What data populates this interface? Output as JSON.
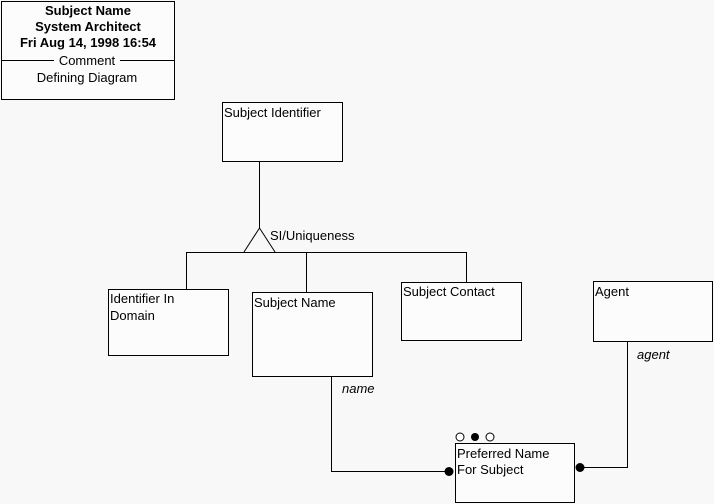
{
  "header": {
    "title": "Subject Name",
    "author": "System Architect",
    "date": "Fri Aug 14, 1998  16:54",
    "comment_label": "Comment",
    "comment": "Defining Diagram"
  },
  "entities": {
    "subject_identifier": "Subject Identifier",
    "identifier_in_domain_1": "Identifier In",
    "identifier_in_domain_2": "Domain",
    "subject_name": "Subject Name",
    "subject_contact": "Subject Contact",
    "agent": "Agent",
    "preferred_name_1": "Preferred Name",
    "preferred_name_2": "For Subject"
  },
  "relationships": {
    "subtype_label": "SI/Uniqueness",
    "name_label": "name",
    "agent_label": "agent"
  }
}
